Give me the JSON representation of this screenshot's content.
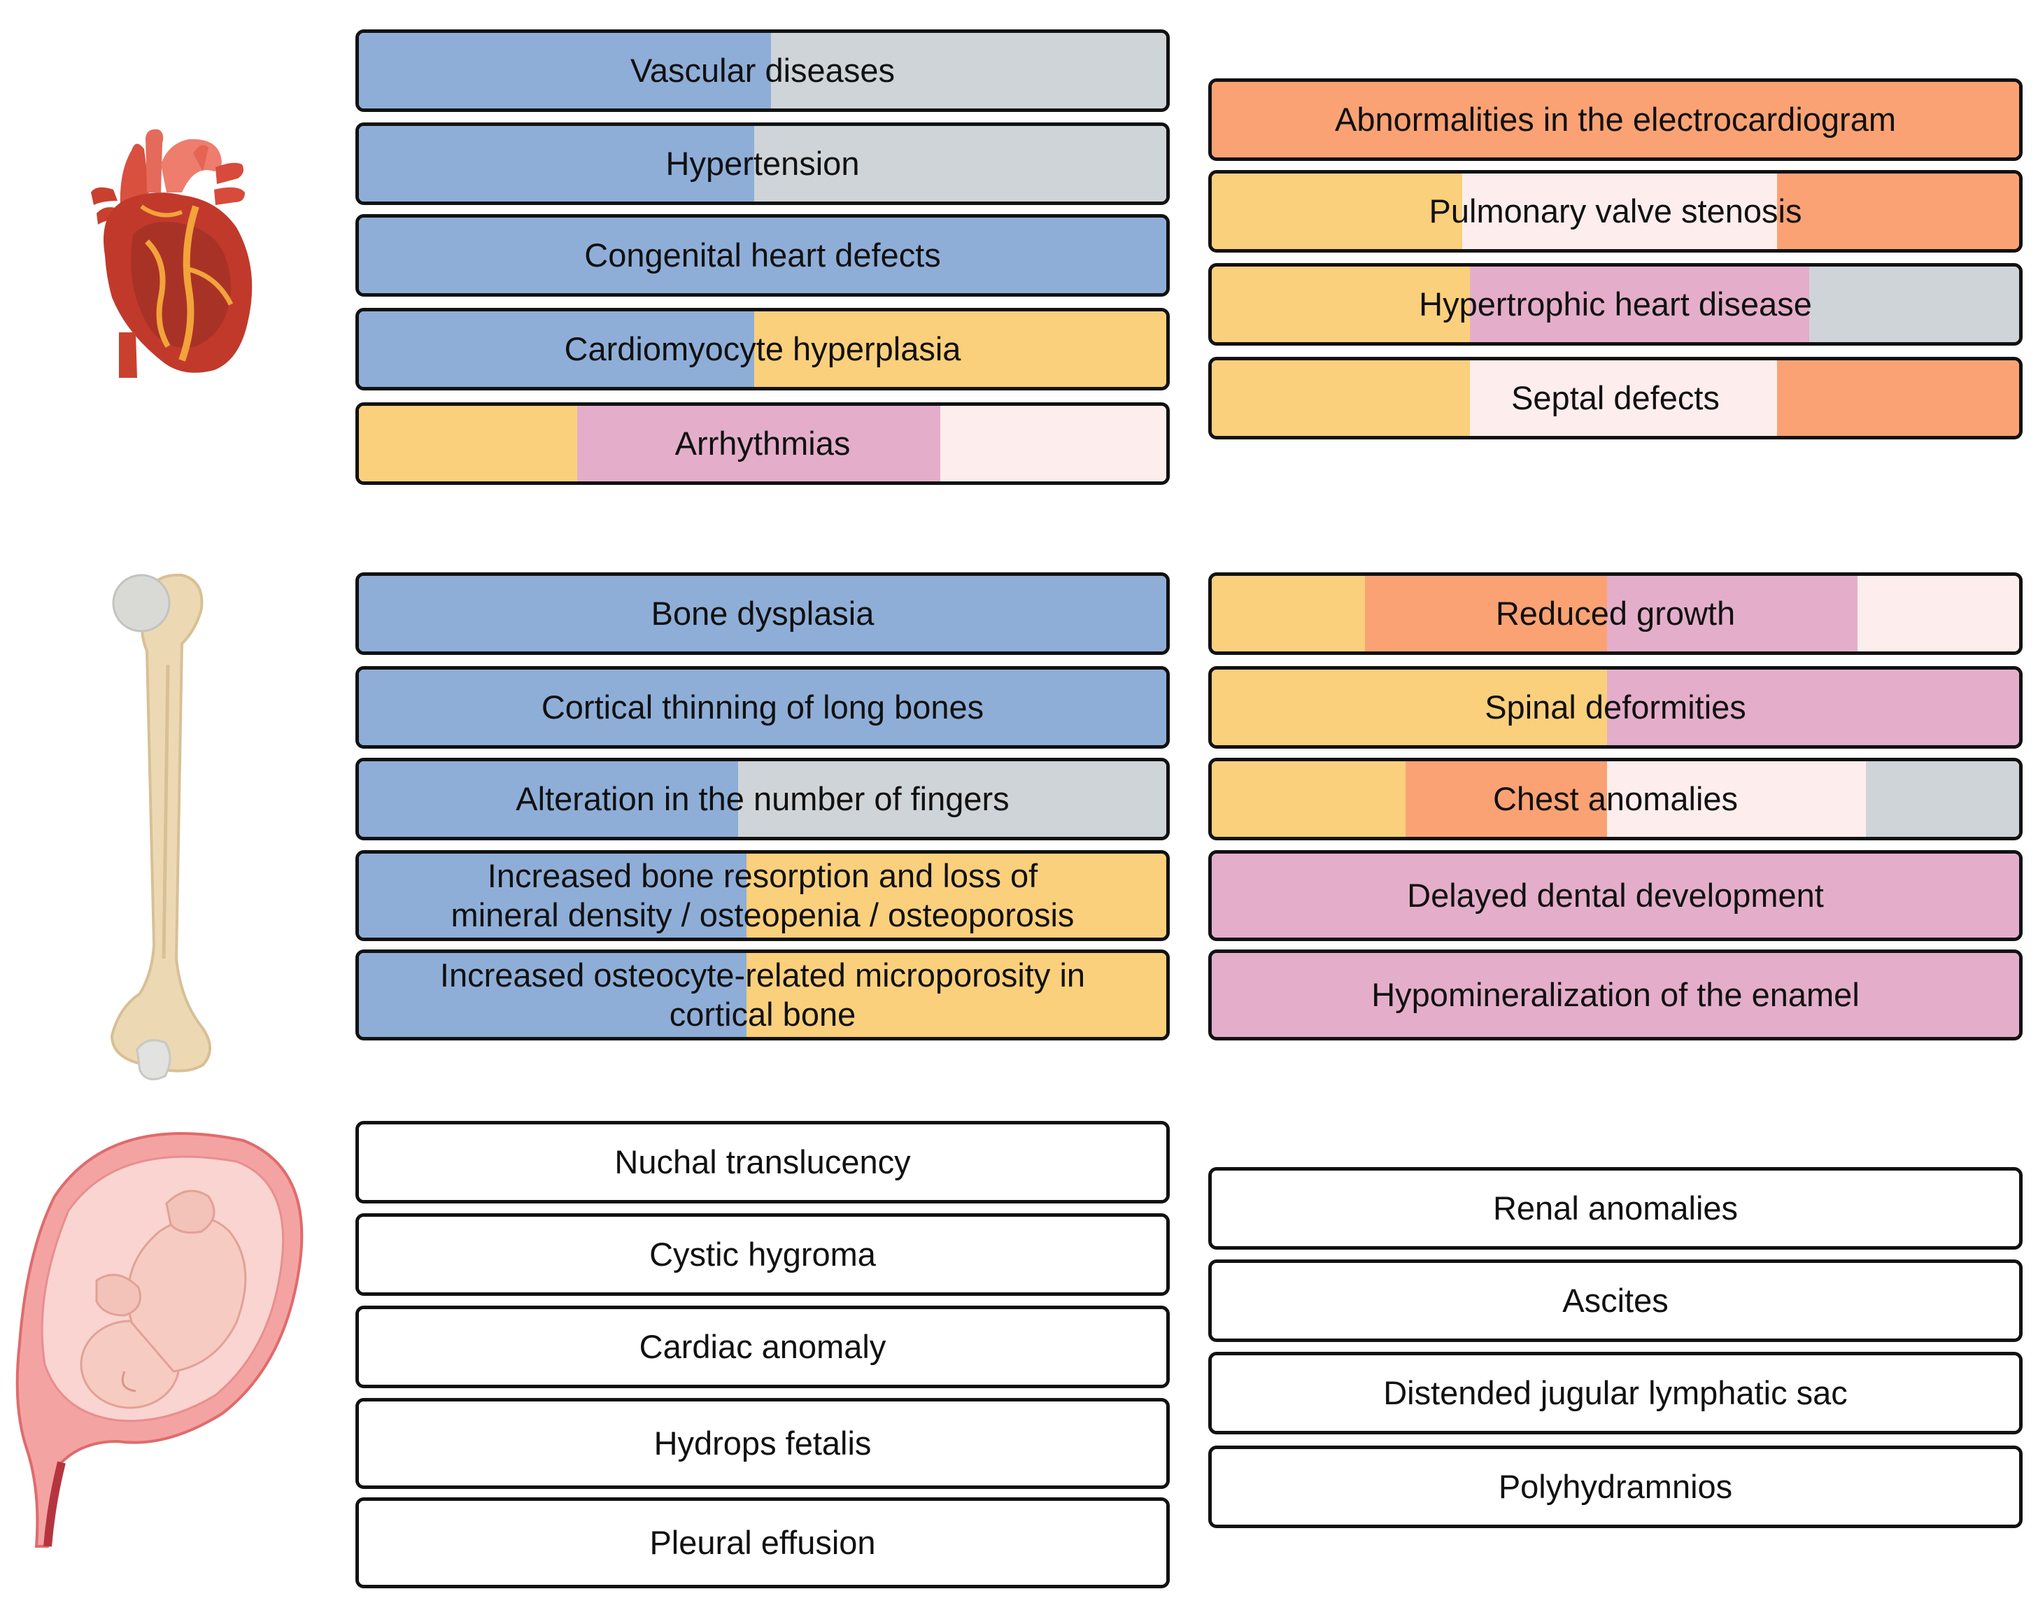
{
  "colors": {
    "blue": "#8eaed8",
    "grey": "#cfd4d8",
    "yellow": "#fbd07c",
    "orange": "#fba274",
    "pink": "#e4aecb",
    "lightpink": "#fdeeed",
    "white": "#ffffff"
  },
  "illustrations": {
    "heart": "heart-illustration",
    "bone": "femur-bone-illustration",
    "fetus": "fetus-in-uterus-illustration"
  },
  "boxes": [
    {
      "name": "vascular-diseases",
      "label": "Vascular diseases",
      "segments": [
        [
          "blue",
          0.51
        ],
        [
          "grey",
          0.49
        ]
      ]
    },
    {
      "name": "hypertension",
      "label": "Hypertension",
      "segments": [
        [
          "blue",
          0.49
        ],
        [
          "grey",
          0.51
        ]
      ]
    },
    {
      "name": "congenital-heart-defects",
      "label": "Congenital heart defects",
      "segments": [
        [
          "blue",
          1.0
        ]
      ]
    },
    {
      "name": "cardiomyocyte-hyperplasia",
      "label": "Cardiomyocyte hyperplasia",
      "segments": [
        [
          "blue",
          0.49
        ],
        [
          "yellow",
          0.51
        ]
      ]
    },
    {
      "name": "arrhythmias",
      "label": "Arrhythmias",
      "segments": [
        [
          "yellow",
          0.27
        ],
        [
          "pink",
          0.45
        ],
        [
          "lightpink",
          0.28
        ]
      ]
    },
    {
      "name": "ecg-abnormalities",
      "label": "Abnormalities  in the electrocardiogram",
      "segments": [
        [
          "orange",
          1.0
        ]
      ]
    },
    {
      "name": "pulmonary-valve-stenosis",
      "label": "Pulmonary valve stenosis",
      "segments": [
        [
          "yellow",
          0.31
        ],
        [
          "lightpink",
          0.39
        ],
        [
          "orange",
          0.3
        ]
      ]
    },
    {
      "name": "hypertrophic-heart-disease",
      "label": "Hypertrophic heart disease",
      "segments": [
        [
          "yellow",
          0.32
        ],
        [
          "pink",
          0.42
        ],
        [
          "grey",
          0.26
        ]
      ]
    },
    {
      "name": "septal-defects",
      "label": "Septal defects",
      "segments": [
        [
          "yellow",
          0.32
        ],
        [
          "lightpink",
          0.38
        ],
        [
          "orange",
          0.3
        ]
      ]
    },
    {
      "name": "bone-dysplasia",
      "label": "Bone dysplasia",
      "segments": [
        [
          "blue",
          1.0
        ]
      ]
    },
    {
      "name": "cortical-thinning",
      "label": "Cortical  thinning of long bones",
      "segments": [
        [
          "blue",
          1.0
        ]
      ]
    },
    {
      "name": "finger-number-alteration",
      "label": "Alteration  in the number of fingers",
      "segments": [
        [
          "blue",
          0.47
        ],
        [
          "grey",
          0.53
        ]
      ]
    },
    {
      "name": "bone-resorption",
      "label": "Increased  bone resorption and loss of\nmineral density / osteopenia / osteoporosis",
      "segments": [
        [
          "blue",
          0.48
        ],
        [
          "yellow",
          0.52
        ]
      ]
    },
    {
      "name": "osteocyte-microporosity",
      "label": "Increased osteocyte-related microporosity in\ncortical bone",
      "segments": [
        [
          "blue",
          0.48
        ],
        [
          "yellow",
          0.52
        ]
      ]
    },
    {
      "name": "reduced-growth",
      "label": "Reduced growth",
      "segments": [
        [
          "yellow",
          0.19
        ],
        [
          "orange",
          0.3
        ],
        [
          "pink",
          0.31
        ],
        [
          "lightpink",
          0.2
        ]
      ]
    },
    {
      "name": "spinal-deformities",
      "label": "Spinal deformities",
      "segments": [
        [
          "yellow",
          0.49
        ],
        [
          "pink",
          0.51
        ]
      ]
    },
    {
      "name": "chest-anomalies",
      "label": "Chest anomalies",
      "segments": [
        [
          "yellow",
          0.24
        ],
        [
          "orange",
          0.25
        ],
        [
          "lightpink",
          0.32
        ],
        [
          "grey",
          0.19
        ]
      ]
    },
    {
      "name": "delayed-dental-development",
      "label": "Delayed dental development",
      "segments": [
        [
          "pink",
          1.0
        ]
      ]
    },
    {
      "name": "enamel-hypomineralization",
      "label": "Hypomineralization of the enamel",
      "segments": [
        [
          "pink",
          1.0
        ]
      ]
    },
    {
      "name": "nuchal-translucency",
      "label": "Nuchal translucency",
      "segments": [
        [
          "white",
          1.0
        ]
      ]
    },
    {
      "name": "cystic-hygroma",
      "label": "Cystic hygroma",
      "segments": [
        [
          "white",
          1.0
        ]
      ]
    },
    {
      "name": "cardiac-anomaly",
      "label": "Cardiac anomaly",
      "segments": [
        [
          "white",
          1.0
        ]
      ]
    },
    {
      "name": "hydrops-fetalis",
      "label": "Hydrops fetalis",
      "segments": [
        [
          "white",
          1.0
        ]
      ]
    },
    {
      "name": "pleural-effusion",
      "label": "Pleural effusion",
      "segments": [
        [
          "white",
          1.0
        ]
      ]
    },
    {
      "name": "renal-anomalies",
      "label": "Renal anomalies",
      "segments": [
        [
          "white",
          1.0
        ]
      ]
    },
    {
      "name": "ascites",
      "label": "Ascites",
      "segments": [
        [
          "white",
          1.0
        ]
      ]
    },
    {
      "name": "distended-jugular-lymphatic-sac",
      "label": "Distended jugular lymphatic sac",
      "segments": [
        [
          "white",
          1.0
        ]
      ]
    },
    {
      "name": "polyhydramnios",
      "label": "Polyhydramnios",
      "segments": [
        [
          "white",
          1.0
        ]
      ]
    }
  ]
}
